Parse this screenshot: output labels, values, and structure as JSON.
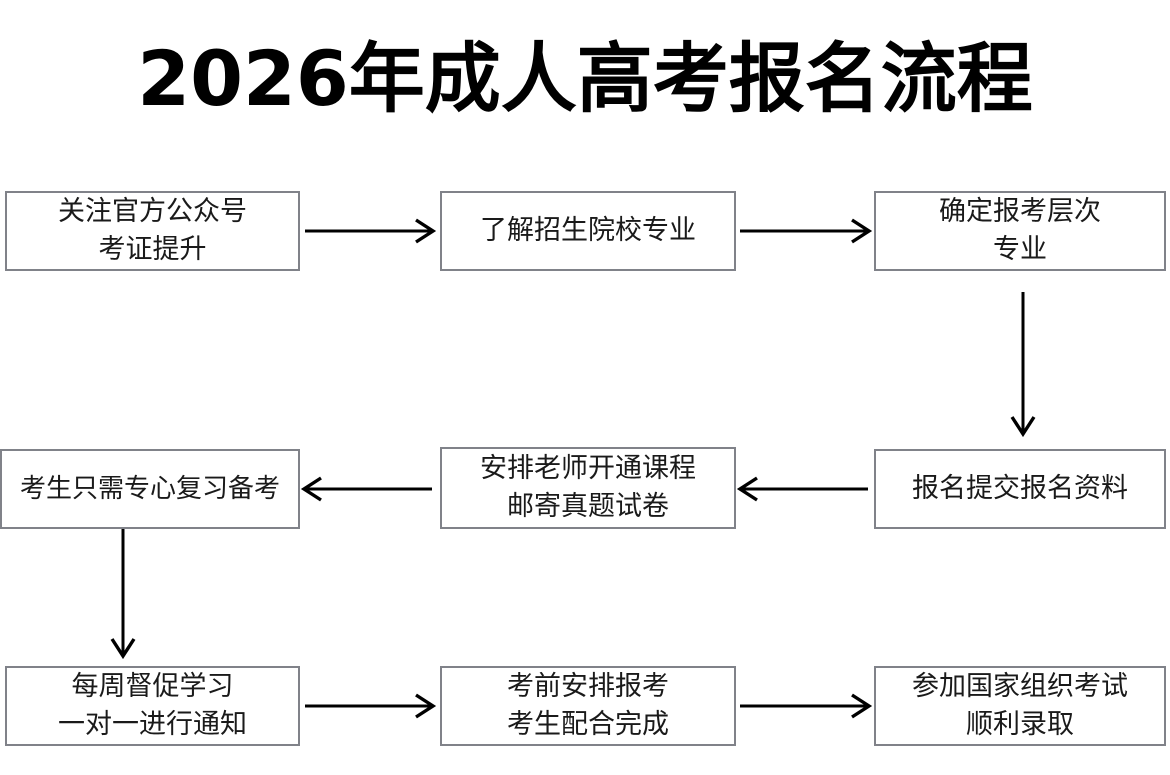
{
  "title": "2026年成人高考报名流程",
  "theme": {
    "background": "#ffffff",
    "box_border": "#808289",
    "box_fill": "#ffffff",
    "text": "#1a1a1a",
    "title_color": "#000000",
    "arrow": "#000000"
  },
  "chart_data": {
    "type": "diagram",
    "diagram_type": "flowchart",
    "title": "2026年成人高考报名流程",
    "direction": "boustrophedon (left-to-right, then right-to-left, then left-to-right)",
    "nodes": [
      {
        "id": "n1",
        "row": 1,
        "col": 1,
        "lines": [
          "关注官方公众号",
          "考证提升"
        ]
      },
      {
        "id": "n2",
        "row": 1,
        "col": 2,
        "lines": [
          "了解招生院校专业"
        ]
      },
      {
        "id": "n3",
        "row": 1,
        "col": 3,
        "lines": [
          "确定报考层次",
          "专业"
        ]
      },
      {
        "id": "n4",
        "row": 2,
        "col": 3,
        "lines": [
          "报名提交报名资料"
        ]
      },
      {
        "id": "n5",
        "row": 2,
        "col": 2,
        "lines": [
          "安排老师开通课程",
          "邮寄真题试卷"
        ]
      },
      {
        "id": "n6",
        "row": 2,
        "col": 1,
        "lines": [
          "考生只需专心复习备考"
        ]
      },
      {
        "id": "n7",
        "row": 3,
        "col": 1,
        "lines": [
          "每周督促学习",
          "一对一进行通知"
        ]
      },
      {
        "id": "n8",
        "row": 3,
        "col": 2,
        "lines": [
          "考前安排报考",
          "考生配合完成"
        ]
      },
      {
        "id": "n9",
        "row": 3,
        "col": 3,
        "lines": [
          "参加国家组织考试",
          "顺利录取"
        ]
      }
    ],
    "edges": [
      {
        "from": "n1",
        "to": "n2",
        "direction": "right"
      },
      {
        "from": "n2",
        "to": "n3",
        "direction": "right"
      },
      {
        "from": "n3",
        "to": "n4",
        "direction": "down"
      },
      {
        "from": "n4",
        "to": "n5",
        "direction": "left"
      },
      {
        "from": "n5",
        "to": "n6",
        "direction": "left"
      },
      {
        "from": "n6",
        "to": "n7",
        "direction": "down"
      },
      {
        "from": "n7",
        "to": "n8",
        "direction": "right"
      },
      {
        "from": "n8",
        "to": "n9",
        "direction": "right"
      }
    ]
  }
}
